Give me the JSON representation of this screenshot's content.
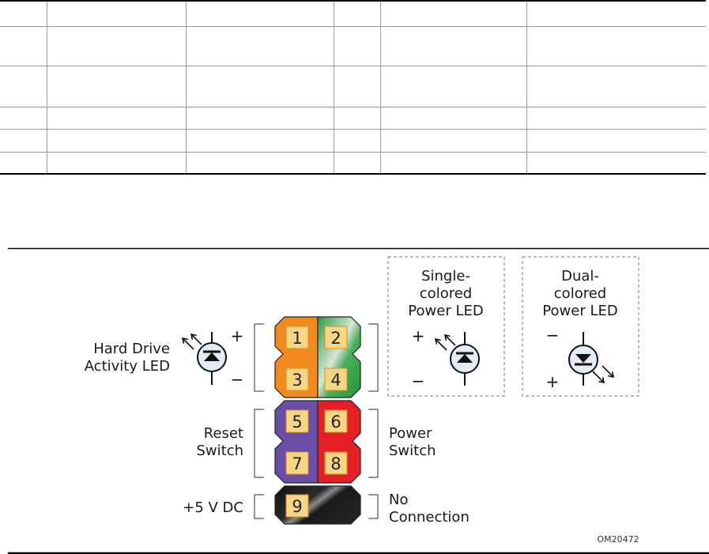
{
  "table": {
    "columns": 6,
    "rows": [
      [
        "",
        "",
        "",
        "",
        "",
        ""
      ],
      [
        "",
        "",
        "",
        "",
        "",
        ""
      ],
      [
        "",
        "",
        "",
        "",
        "",
        ""
      ],
      [
        "",
        "",
        "",
        "",
        "",
        ""
      ],
      [
        "",
        "",
        "",
        "",
        "",
        ""
      ],
      [
        "",
        "",
        "",
        "",
        "",
        ""
      ]
    ]
  },
  "figure": {
    "labels": {
      "hdd_led_line1": "Hard Drive",
      "hdd_led_line2": "Activity LED",
      "reset_line1": "Reset",
      "reset_line2": "Switch",
      "power_line1": "Power",
      "power_line2": "Switch",
      "plus5v": "+5 V DC",
      "nc_line1": "No",
      "nc_line2": "Connection",
      "figure_id": "OM20472"
    },
    "pins": [
      "1",
      "2",
      "3",
      "4",
      "5",
      "6",
      "7",
      "8",
      "9"
    ],
    "polarity": {
      "plus": "+",
      "minus": "−"
    },
    "single_led_box": {
      "line1": "Single-",
      "line2": "colored",
      "line3": "Power LED"
    },
    "dual_led_box": {
      "line1": "Dual-",
      "line2": "colored",
      "line3": "Power LED"
    },
    "colors": {
      "hdd_led_pins": "#f08a1c",
      "power_led_pins": "#2a9a3e",
      "reset_pins": "#6a4ea6",
      "power_switch_pins": "#e41f26",
      "nc_pins": "#1e1e1e",
      "pin_square": "#f5d783",
      "led_fill": "#e4ecf7"
    }
  }
}
